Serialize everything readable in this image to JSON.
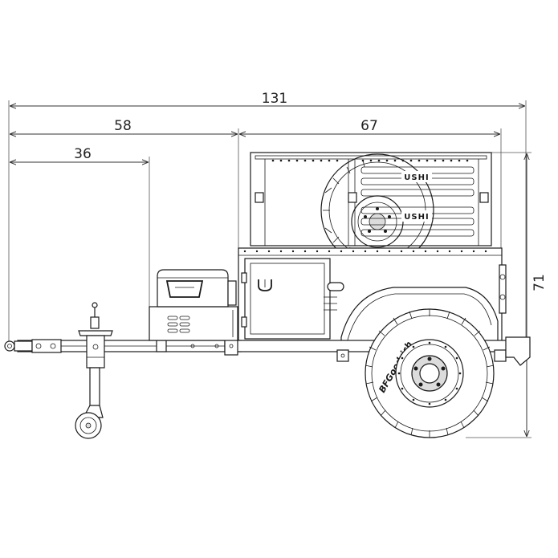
{
  "dimensions": {
    "overall_length": "131",
    "front_to_box": "58",
    "front_to_toolbox": "36",
    "rear_section": "67",
    "height": "71"
  },
  "branding": {
    "rack_logo_top": "USHI",
    "rack_logo_mid": "USHI",
    "tire_brand": "BFGoodrich"
  }
}
